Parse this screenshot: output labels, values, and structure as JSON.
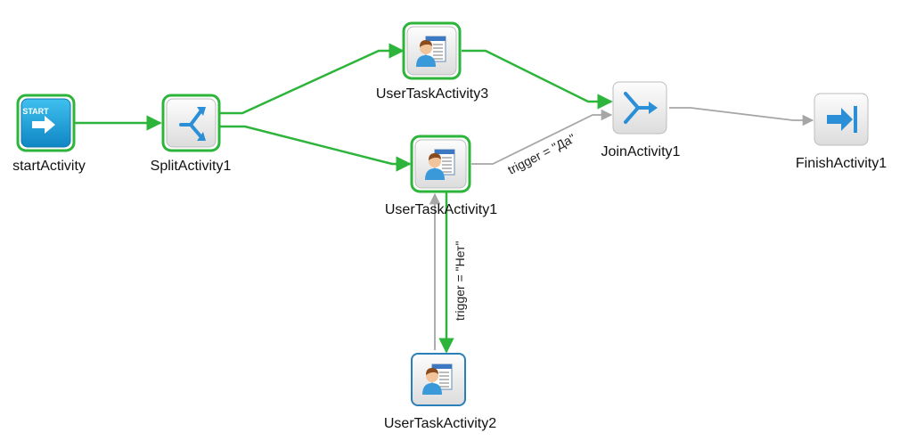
{
  "diagram": {
    "nodes": {
      "start": {
        "label": "startActivity",
        "icon": "start-arrow-icon"
      },
      "split": {
        "label": "SplitActivity1",
        "icon": "split-arrows-icon"
      },
      "task3": {
        "label": "UserTaskActivity3",
        "icon": "user-task-icon"
      },
      "task1": {
        "label": "UserTaskActivity1",
        "icon": "user-task-icon"
      },
      "task2": {
        "label": "UserTaskActivity2",
        "icon": "user-task-icon"
      },
      "join": {
        "label": "JoinActivity1",
        "icon": "join-arrows-icon"
      },
      "finish": {
        "label": "FinishActivity1",
        "icon": "finish-arrow-icon"
      }
    },
    "edges": {
      "task1_join": {
        "label": "trigger = \"Да\""
      },
      "task1_task2": {
        "label": "trigger = \"Нет\""
      }
    },
    "start_badge": "START",
    "colors": {
      "active_path": "#2db43a",
      "inactive_path": "#a6a6a6",
      "icon_blue": "#2a8fd6",
      "start_fill": "#1aa3d9"
    }
  }
}
